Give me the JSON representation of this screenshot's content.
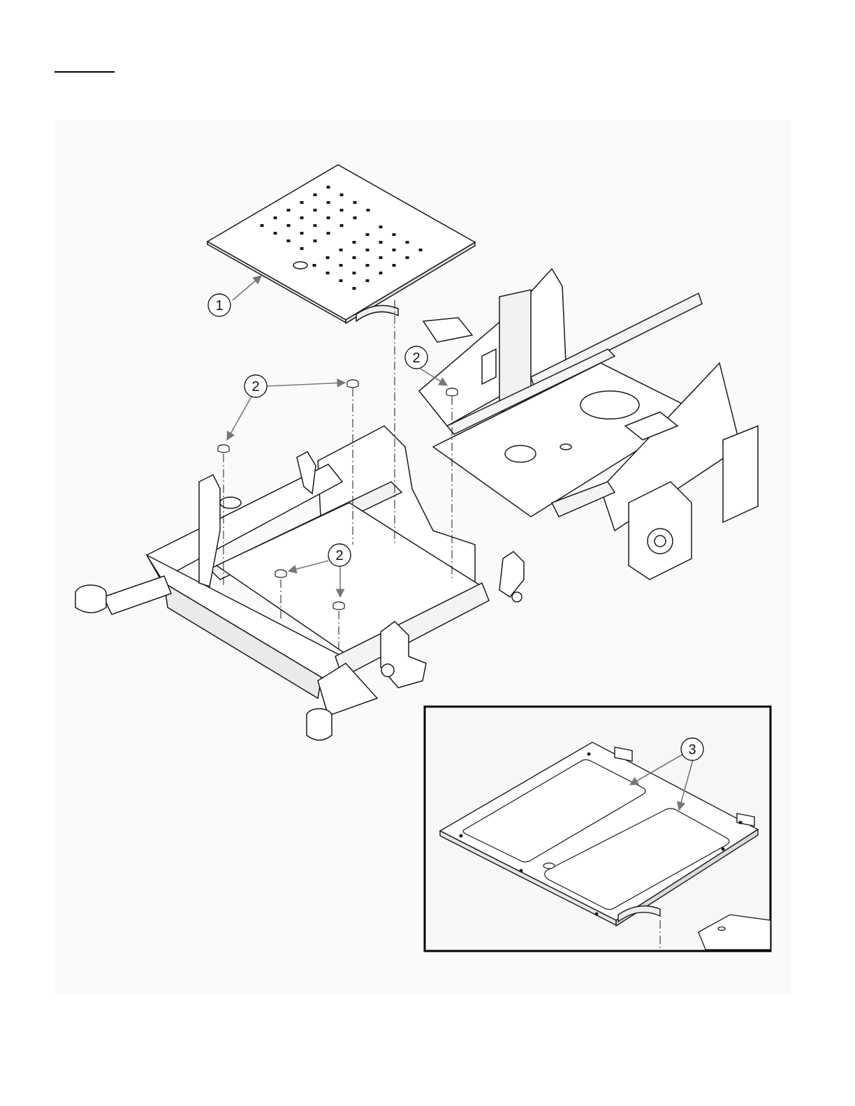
{
  "callouts": {
    "c1": "1",
    "c2a": "2",
    "c2b": "2",
    "c2c": "2",
    "c3": "3"
  },
  "colors": {
    "line": "#1a1a1a",
    "leader": "#777777",
    "panel_bg": "#f7f7f7"
  }
}
